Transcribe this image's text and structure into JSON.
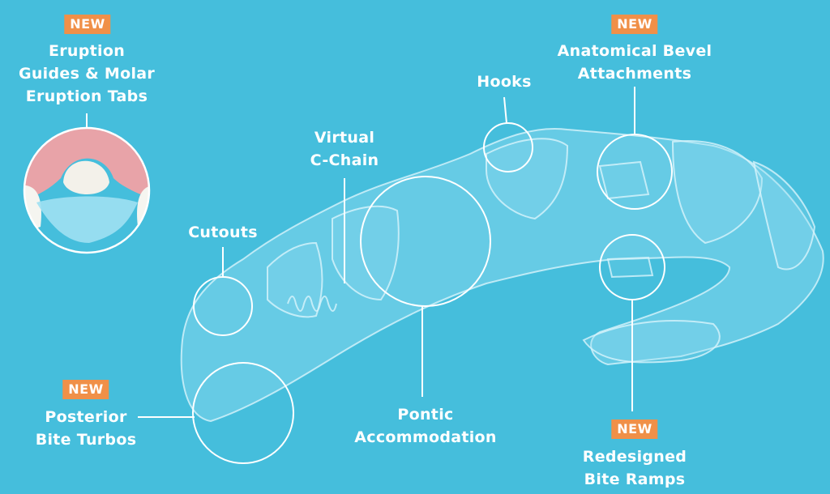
{
  "badge_label": "NEW",
  "features": {
    "eruption": {
      "lines": [
        "Eruption",
        "Guides & Molar",
        "Eruption Tabs"
      ],
      "new": true
    },
    "hooks": {
      "lines": [
        "Hooks"
      ]
    },
    "bevel": {
      "lines": [
        "Anatomical Bevel",
        "Attachments"
      ],
      "new": true
    },
    "cchain": {
      "lines": [
        "Virtual",
        "C-Chain"
      ]
    },
    "cutouts": {
      "lines": [
        "Cutouts"
      ]
    },
    "pontic": {
      "lines": [
        "Pontic",
        "Accommodation"
      ]
    },
    "turbos": {
      "lines": [
        "Posterior",
        "Bite Turbos"
      ],
      "new": true
    },
    "ramps": {
      "lines": [
        "Redesigned",
        "Bite Ramps"
      ],
      "new": true
    }
  },
  "colors": {
    "background": "#45bedc",
    "badge": "#f09048",
    "callout": "#ffffff"
  }
}
